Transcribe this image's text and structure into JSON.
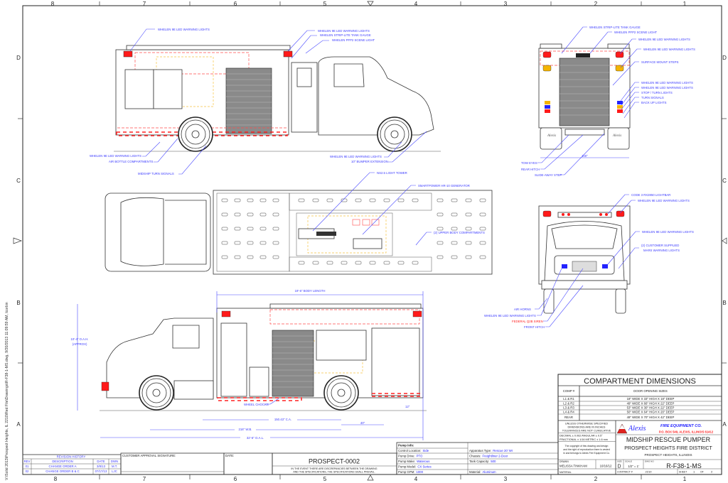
{
  "file_path": "V:\\Solid 2013\\Prospect Heights, IL 2210\\Red File\\Drawings\\R-F38-1-MS.dwg, 9/20/2013 11:09:59 AM, lcorbin",
  "zones": {
    "columns": [
      "8",
      "7",
      "6",
      "5",
      "4",
      "3",
      "2",
      "1"
    ],
    "rows": [
      "D",
      "C",
      "B",
      "A"
    ]
  },
  "colors": {
    "callout": "#3b3bff",
    "warning_light": "#ff1a1a",
    "amber": "#f5b400",
    "hidden_line": "#ff4b4b"
  },
  "side_view_callouts": [
    "WHELEN 9E LED WARNING LIGHTS",
    "WHELEN 9E LED WARNING LIGHTS",
    "WHELEN STRIP-LITE TANK GAUGE",
    "WHELEN PFP2 SCENE LIGHT",
    "WHELEN 9E LED WARNING LIGHTS",
    "AIR BOTTLE COMPARTMENTS",
    "MIDSHIP TURN SIGNALS",
    "WHELEN 9E LED WARNING LIGHTS",
    "10\" BUMPER EXTENSION"
  ],
  "top_view_callouts": [
    "NS2.5 LIGHT TOWER",
    "SMARTPOWER HR-10 GENERATOR",
    "(2) UPPER BODY COMPARTMENTS"
  ],
  "rear_view_callouts": [
    "WHELEN STRIP-LITE TANK GAUGE",
    "WHELEN PFP2 SCENE LIGHT",
    "WHELEN 9E LED WARNING LIGHTS",
    "WHELEN 9E LED WARNING LIGHTS",
    "SURFACE MOUNT STEPS",
    "WHELEN 9E LED WARNING LIGHTS",
    "WHELEN 9E LED WARNING LIGHTS",
    "STOP / TURN LIGHTS",
    "TURN SIGNALS",
    "BACK UP LIGHTS",
    "TOW EYES",
    "REAR HITCH",
    "SLIDE-AWAY STEP"
  ],
  "rear_view_width": "100\"",
  "front_view_callouts": [
    "CODE 3 RX2850 LIGHTBAR",
    "WHELEN 9E LED WARNING LIGHTS",
    "WHELEN 9E LED WARNING LIGHTS",
    "(2) CUSTOMER SUPPLIED",
    "MARS WARNING LIGHTS",
    "AIR HORNS",
    "WHELEN 9E LED WARNING LIGHTS",
    "FEDERAL Q2B SIREN",
    "FRONT HITCH"
  ],
  "dimensions": {
    "body_length": "19'-6\" BODY LENGTH",
    "height": "10'-4\" O.A.H.",
    "height_note": "(APPROX)",
    "wheel_chocks": "WHEEL CHOCKS",
    "cab_to_axle": "150.43\" C.A.",
    "wheelbase": "216\" W.B.",
    "overall_length": "32'-6\" O.A.L.",
    "rear_overhang": "40\"",
    "departure": "12\""
  },
  "revision_history": {
    "title": "REVISION HISTORY",
    "headers": [
      "REV",
      "DESCRIPTION",
      "DATE",
      "DWN"
    ],
    "rows": [
      [
        "01",
        "CHANGE ORDER A",
        "3/8/13",
        "M.T."
      ],
      [
        "02",
        "CHANGE ORDER B & C",
        "07/17/13",
        "LJC"
      ]
    ]
  },
  "approval": {
    "signature_label": "CUSTOMER APPROVAL SIGNATURE:",
    "date_label": "DATE:"
  },
  "prospect": {
    "number": "PROSPECT-0002",
    "disclaimer_1": "IN THE EVENT THERE ARE DISCREPANCIES BETWEEN THE DRAWING",
    "disclaimer_2": "AND THE SPECIFICATIONS, THE SPECIFICATIONS SHALL PREVAIL."
  },
  "pump_info": {
    "title": "Pump Info:",
    "left": [
      {
        "label": "Control Location:",
        "value": "Side"
      },
      {
        "label": "Pump Drive:",
        "value": "PTO"
      },
      {
        "label": "Pump Make:",
        "value": "Waterous"
      },
      {
        "label": "Pump Model:",
        "value": "CX Series"
      },
      {
        "label": "Pump GPM:",
        "value": "1000"
      }
    ],
    "right": [
      {
        "label": "Apparatus Type:",
        "value": "Rescue 20' WI"
      },
      {
        "label": "Chassis:",
        "value": "Freightliner  2-Door"
      },
      {
        "label": "Tank Capacity:",
        "value": "500"
      },
      {
        "label": "Material:",
        "value": "Aluminum"
      }
    ]
  },
  "compartments": {
    "title": "COMPARTMENT DIMENSIONS",
    "headers": [
      "COMP #",
      "DOOR OPENING SIZES"
    ],
    "rows": [
      [
        "L1 & R1",
        "18\" WIDE X 33\" HIGH X 18\" DEEP"
      ],
      [
        "L2 & R2",
        "49\" WIDE X 66\" HIGH X 22\" DEEP"
      ],
      [
        "L3 & R3",
        "53\" WIDE X 30\" HIGH X 22\" DEEP"
      ],
      [
        "L4 & R4",
        "50\" WIDE X 64\" HIGH X 20\" DEEP"
      ],
      [
        "REAR",
        "49\" WIDE X 70\" HIGH X 42\" DEEP"
      ]
    ]
  },
  "title_block": {
    "notes_1": "UNLESS OTHERWISE SPECIFIED",
    "notes_2": "DIMENSIONS ARE IN INCHES",
    "notes_3": "TOLERANCES ARE NOT CUMULATIVE",
    "tol_1": "DECIMAL ± 0.062     ANGULAR ± 0.5°",
    "tol_2": "FRACTIONAL ± 1/16   METRIC ± 1.6 mm",
    "copyright_1": "The copyright of this drawing and design",
    "copyright_2": "and the right of reproduction there is vested",
    "copyright_3": "in and belongs to Alexis Fire Equipment Co.",
    "drawn_label": "DRAWN",
    "drawn_by": "MELISSA TINKHAM",
    "drawn_date": "10/16/12",
    "material_label": "MATERIAL",
    "company_logo": "Alexis",
    "company_name": "FIRE EQUIPMENT CO.",
    "company_address": "P.O. BOX 549, ALEXIS, ILLINOIS  61412",
    "drawing_title": "MIDSHIP RESCUE PUMPER",
    "customer": "PROSPECT HEIGHTS FIRE DISTRICT",
    "location": "PROSPECT HEIGHTS, ILLINOIS",
    "size_label": "SIZE",
    "size": "D",
    "scale_label": "SCALE",
    "scale": "1/2\" = 1'",
    "dwg_label": "DWG NO",
    "dwg_no": "R-F38-1-MS",
    "contract_label": "CONTRACT #",
    "contract": "2210",
    "sheet_label": "SHEET",
    "sheet": "1",
    "of_label": "OF",
    "sheets": "2"
  }
}
